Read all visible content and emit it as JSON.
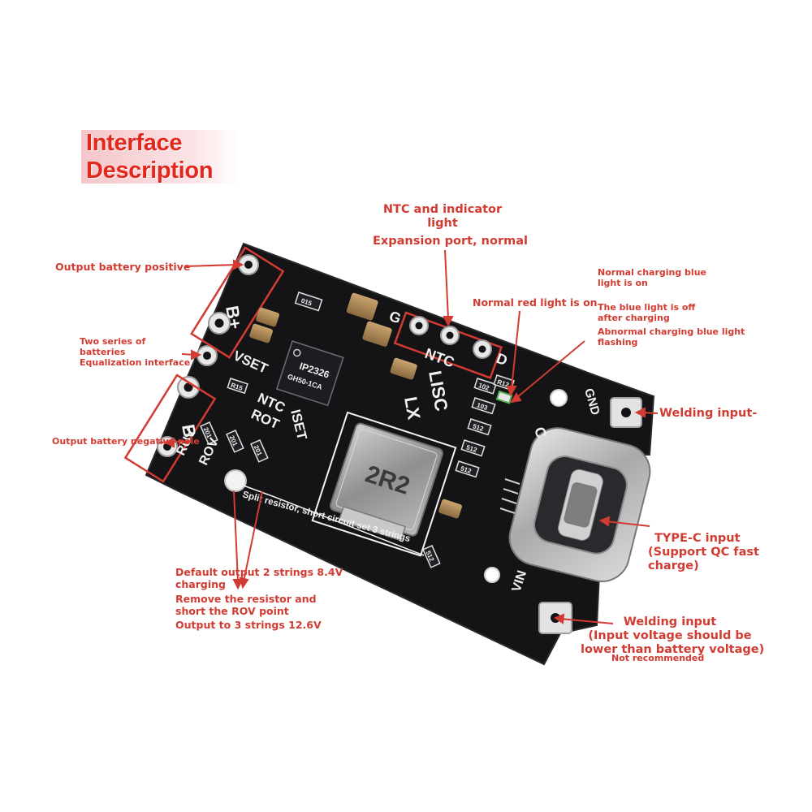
{
  "title": {
    "line1": "Interface",
    "line2": "Description"
  },
  "annotations": {
    "ntc_indicator": [
      "NTC and indicator",
      "light"
    ],
    "expansion_port": "Expansion port, normal",
    "output_positive": "Output battery positive",
    "two_series": [
      "Two series of",
      "batteries",
      "Equalization interface"
    ],
    "output_negative": "Output battery negative pole",
    "normal_red": "Normal red light is on",
    "blue_charging": [
      "Normal charging blue",
      "light is on"
    ],
    "blue_off": [
      "The blue light is off",
      "after charging"
    ],
    "abnormal_blue": [
      "Abnormal charging blue light",
      "flashing"
    ],
    "welding_minus": "Welding input-",
    "typec": [
      "TYPE-C input",
      "(Support QC fast",
      "charge)"
    ],
    "welding_input": [
      "Welding input",
      "(Input voltage should be",
      "lower than battery voltage)"
    ],
    "not_recommended": "Not recommended",
    "default_output": [
      "Default output 2 strings 8.4V",
      "charging"
    ],
    "remove_resistor": [
      "Remove the resistor and",
      "short the ROV point"
    ],
    "output_3": "Output to 3 strings 12.6V",
    "split_resistor": "Split resistor, short circuit set 3 strings"
  },
  "board": {
    "silk_bplus": "B+",
    "silk_bminus": "B-",
    "silk_vset": "VSET",
    "silk_ntc": "NTC",
    "silk_rot": "ROT",
    "silk_iset": "ISET",
    "silk_ruv": "RUV",
    "silk_rov": "ROV",
    "silk_g": "G",
    "silk_ntc2": "NTC",
    "silk_d": "D",
    "silk_lisc": "LISC",
    "silk_lx": "LX",
    "silk_gnd": "GND",
    "silk_c": "C",
    "silk_vin": "VIN",
    "chip_name": "IP2326",
    "chip_code": "GH50-1CA",
    "inductor": "2R2",
    "res_codes": [
      "015",
      "103",
      "512",
      "512",
      "102",
      "512",
      "R15",
      "201",
      "201",
      "201",
      "R12",
      "512"
    ]
  },
  "colors": {
    "accent_red": "#d23b32",
    "title_red": "#e3271c",
    "pcb": "#141416",
    "silkscreen": "#f2f2f2"
  }
}
